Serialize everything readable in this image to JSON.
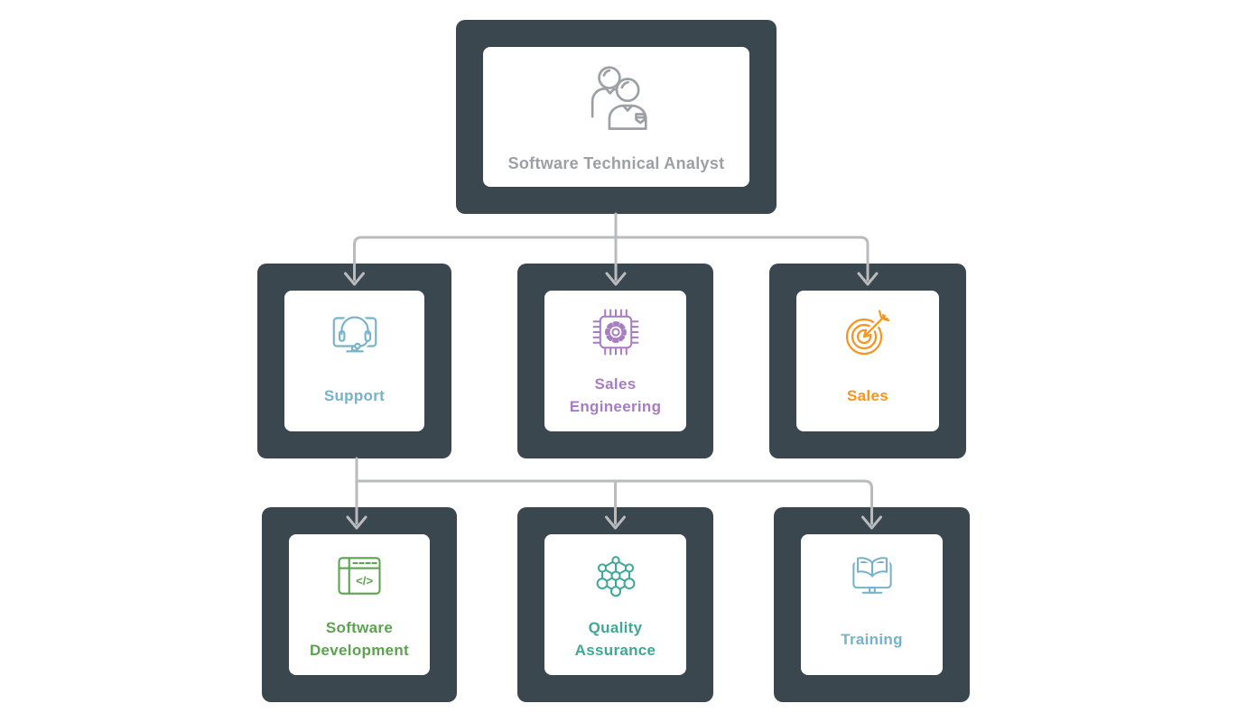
{
  "diagram": {
    "type": "org-chart",
    "background": "#ffffff",
    "box_color": "#3b474f",
    "card_color": "#ffffff",
    "connector_color": "#b9bbbd",
    "nodes": {
      "root": {
        "label": "Software Technical Analyst",
        "color": "#9ca0a5",
        "icon": "team-icon"
      },
      "level2": [
        {
          "label": "Support",
          "color": "#76b2c9",
          "icon": "headset-monitor-icon"
        },
        {
          "label": "Sales Engineering",
          "color": "#a87cc1",
          "icon": "chip-gear-icon"
        },
        {
          "label": "Sales",
          "color": "#f7941e",
          "icon": "target-arrow-icon"
        }
      ],
      "level3": [
        {
          "label": "Software Development",
          "color": "#5ca350",
          "icon": "code-window-icon"
        },
        {
          "label": "Quality Assurance",
          "color": "#3ea795",
          "icon": "network-nodes-icon"
        },
        {
          "label": "Training",
          "color": "#76b2c9",
          "icon": "book-monitor-icon"
        }
      ]
    },
    "edges": [
      {
        "from": "Software Technical Analyst",
        "to": "Support"
      },
      {
        "from": "Software Technical Analyst",
        "to": "Sales Engineering"
      },
      {
        "from": "Software Technical Analyst",
        "to": "Sales"
      },
      {
        "from": "Support",
        "to": "Software Development"
      },
      {
        "from": "Support",
        "to": "Quality Assurance"
      },
      {
        "from": "Support",
        "to": "Training"
      }
    ]
  }
}
